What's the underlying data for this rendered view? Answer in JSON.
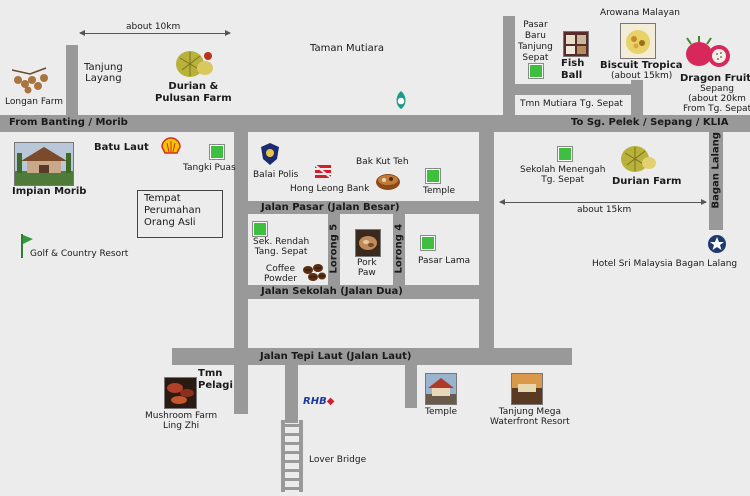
{
  "roads": {
    "from_banting": "From Banting / Morib",
    "to_sg_pelek": "To Sg. Pelek / Sepang / KLIA",
    "jalan_pasar": "Jalan Pasar (Jalan Besar)",
    "jalan_sekolah": "Jalan Sekolah (Jalan Dua)",
    "jalan_tepi_laut": "Jalan Tepi Laut (Jalan Laut)",
    "lorong_5": "Lorong 5",
    "lorong_4": "Lorong 4",
    "bagan_lalang": "Bagan Lalang"
  },
  "distances": {
    "top_left": "about 10km",
    "right": "about 15km"
  },
  "places": {
    "taman_mutiara": "Taman Mutiara",
    "tanjung_layang": "Tanjung\nLayang",
    "longan_farm": "Longan Farm",
    "durian_pulusan": "Durian &\nPulusan Farm",
    "pasar_baru": "Pasar\nBaru\nTanjung\nSepat",
    "fish_ball": "Fish\nBall",
    "arowana": "Arowana Malayan",
    "biscuit_tropica": "Biscuit Tropica",
    "biscuit_tropica_note": "(about 15km)",
    "dragon_fruit": "Dragon Fruit",
    "dragon_fruit_note": "Sepang\n(about 20km\nFrom Tg. Sepat",
    "tmn_mutiara_tg_sepat": "Tmn Mutiara Tg. Sepat",
    "batu_laut": "Batu Laut",
    "impian_morib": "Impian Morib",
    "tangki_puas": "Tangki Puas",
    "balai_polis": "Balai Polis",
    "hong_leong_bank": "Hong Leong Bank",
    "bak_kut_teh": "Bak Kut Teh",
    "temple_center": "Temple",
    "sekolah_menengah": "Sekolah Menengah\nTg. Sepat",
    "durian_farm": "Durian Farm",
    "tempat_perumahan": "Tempat\nPerumahan\nOrang Asli",
    "golf": "Golf & Country Resort",
    "sek_rendah": "Sek. Rendah\nTang. Sepat",
    "coffee_powder": "Coffee\nPowder",
    "pork_paw": "Pork\nPaw",
    "pasar_lama": "Pasar Lama",
    "hotel_sri_malaysia": "Hotel Sri Malaysia Bagan Lalang",
    "tmn_pelagi": "Tmn\nPelagi",
    "mushroom_farm": "Mushroom Farm\nLing Zhi",
    "rhb": "RHB",
    "lover_bridge": "Lover Bridge",
    "temple_bottom": "Temple",
    "tanjung_mega": "Tanjung Mega\nWaterfront Resort"
  },
  "colors": {
    "road": "#999999",
    "background": "#ececec",
    "marker": "#3fbf3f"
  }
}
